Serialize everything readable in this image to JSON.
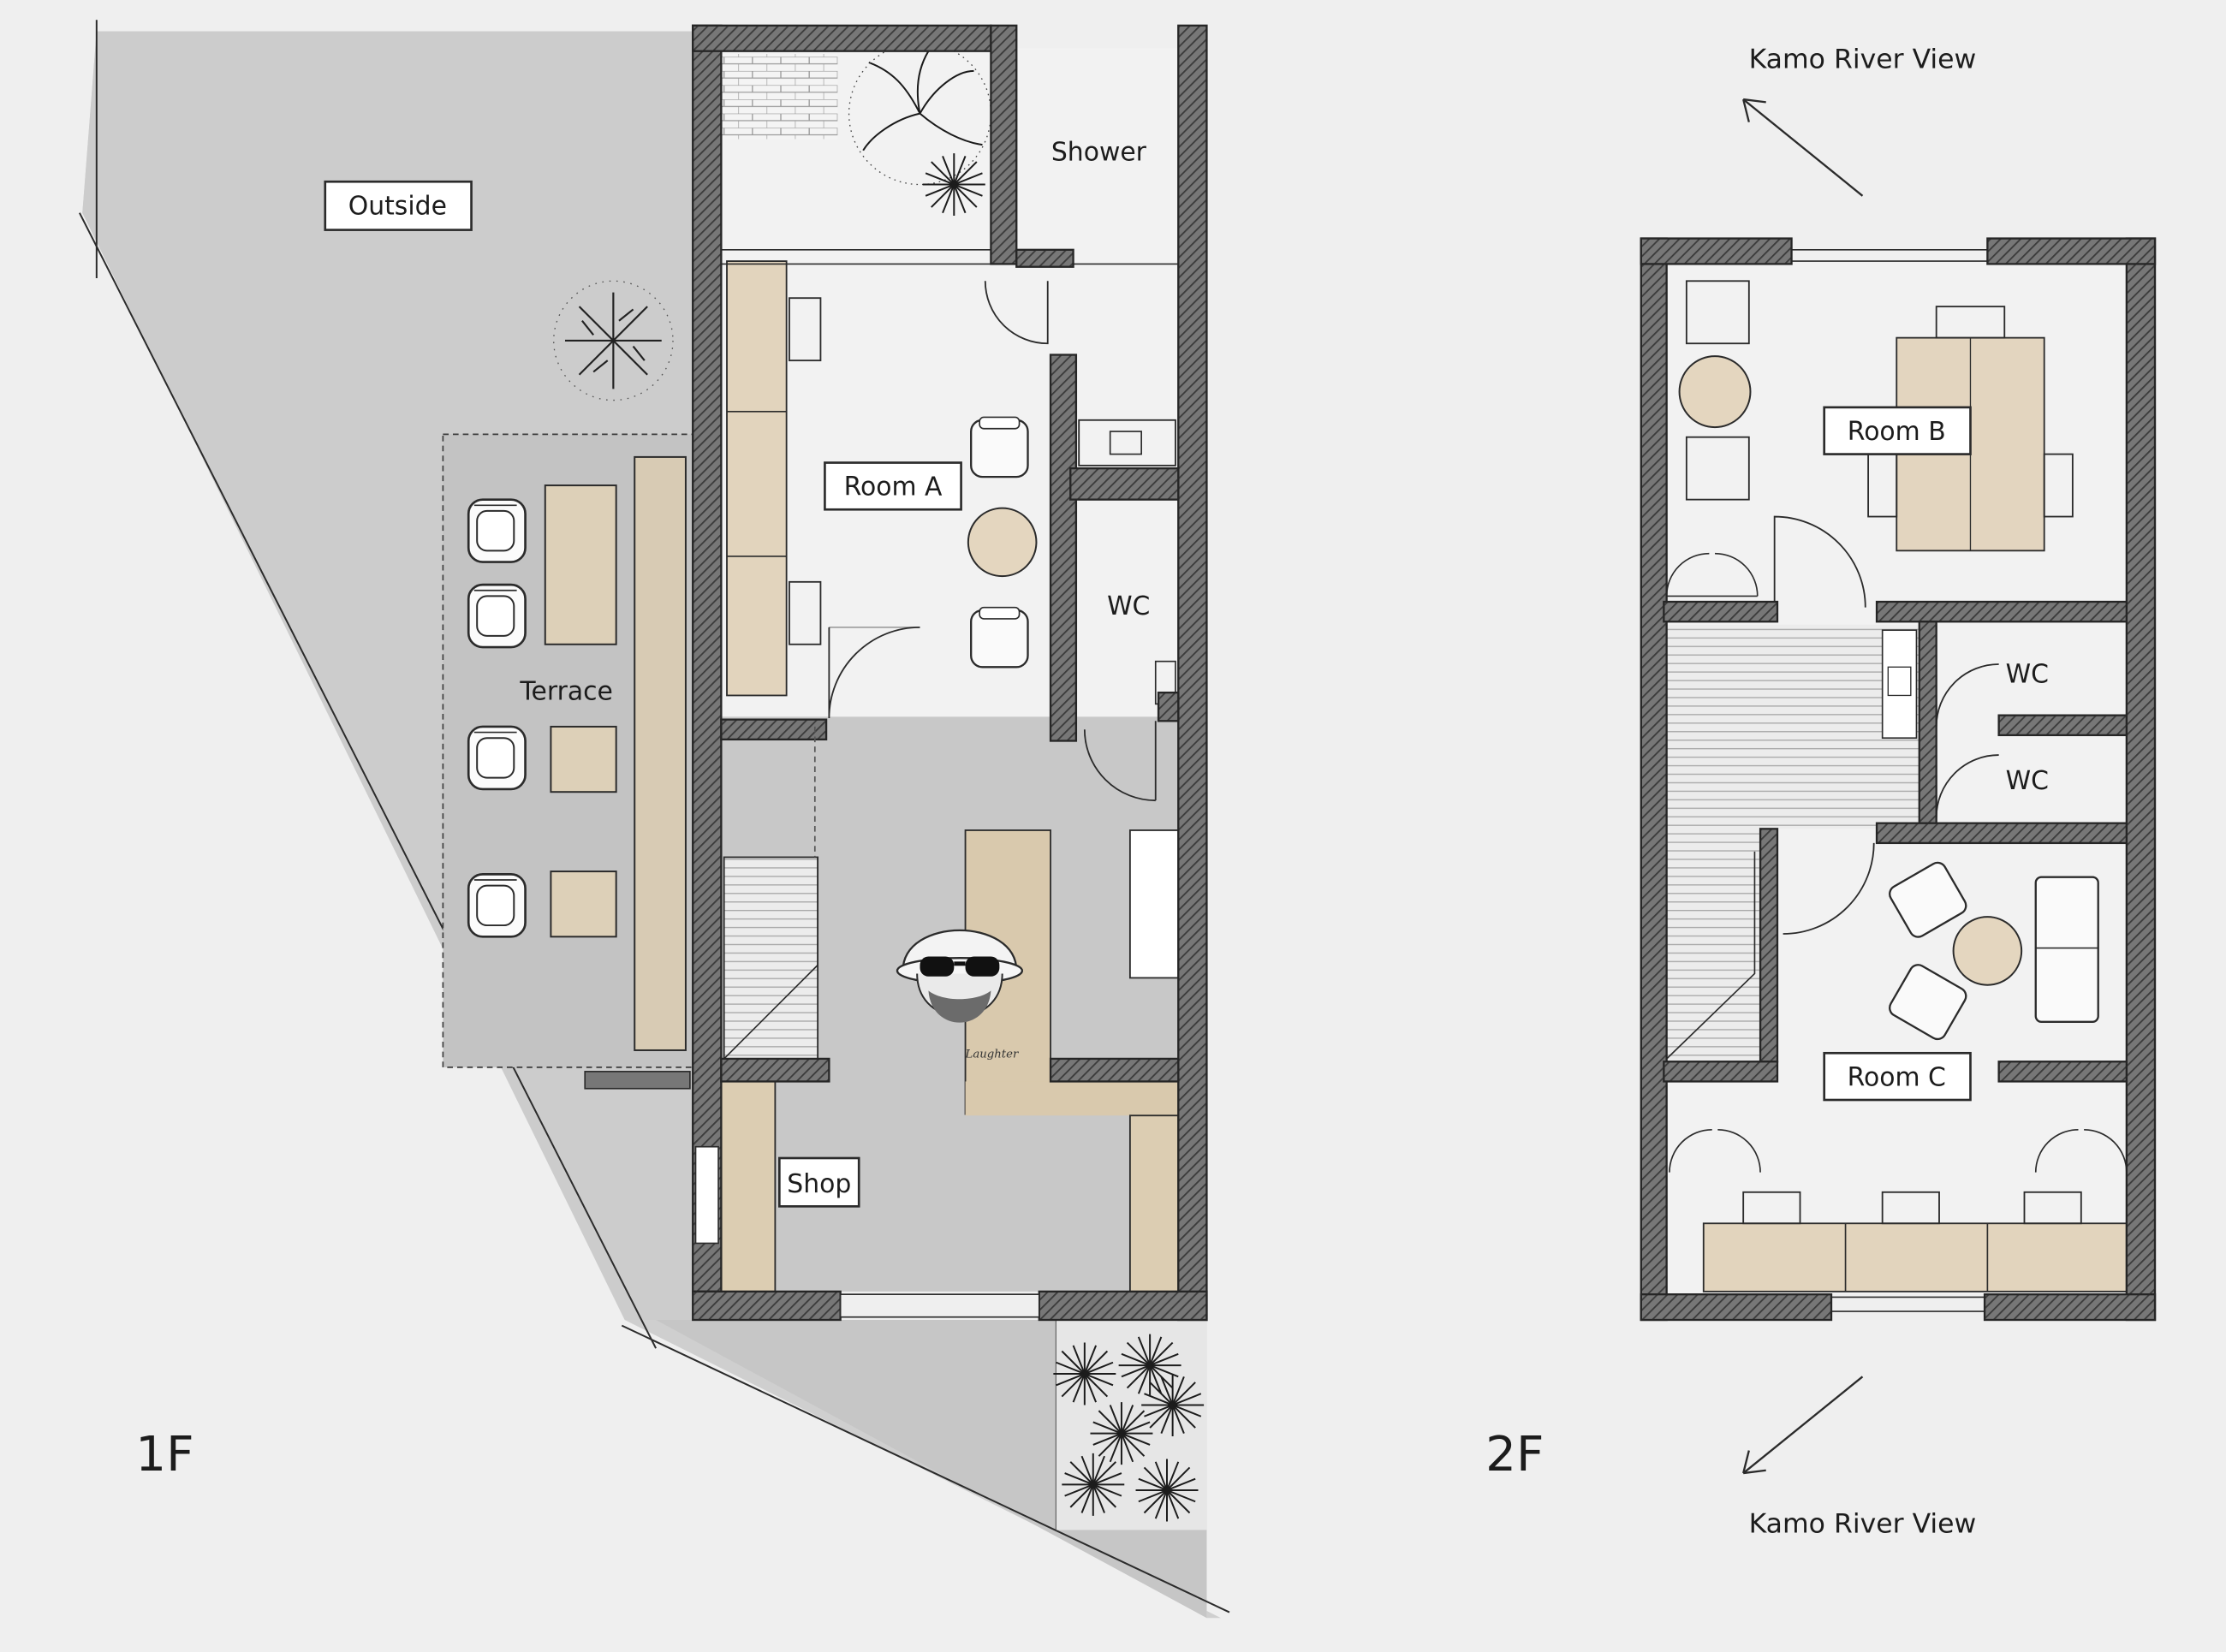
{
  "floors": {
    "first": {
      "label": "1F",
      "rooms": {
        "outside": "Outside",
        "terrace": "Terrace",
        "shower": "Shower",
        "room_a": "Room A",
        "wc": "WC",
        "shop": "Shop"
      },
      "logo_text": "Laughter"
    },
    "second": {
      "label": "2F",
      "rooms": {
        "room_b": "Room B",
        "wc_upper": "WC",
        "wc_lower": "WC",
        "room_c": "Room C"
      }
    }
  },
  "orientation": {
    "top_view": "Kamo River View",
    "bottom_view": "Kamo River View"
  },
  "colors": {
    "background": "#efefef",
    "ground": "#cfcfcf",
    "interior_floor": "#c9c9c9",
    "wall": "#5a5a5a",
    "wood": "#e3d5bf",
    "ink": "#2b2b2b"
  }
}
